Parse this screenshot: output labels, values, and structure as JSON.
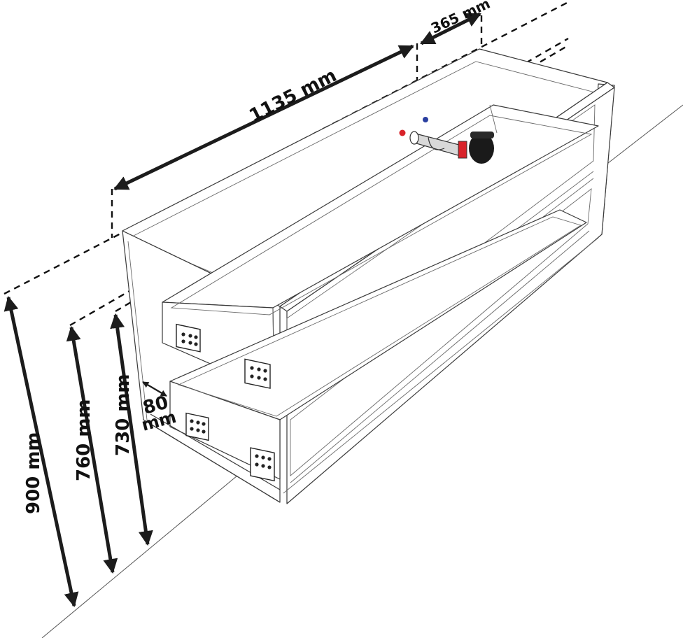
{
  "dimensions": {
    "width_main": "1135 mm",
    "width_side": "365 mm",
    "height_total": "900 mm",
    "height_760": "760 mm",
    "height_730": "730 mm",
    "plinth_value": "80",
    "plinth_unit": "mm"
  },
  "colors": {
    "line": "#3a3a3a",
    "dimension": "#1c1c1c",
    "pipe_red": "#d8232a",
    "pipe_blue": "#2a3fa0",
    "siphon": "#1a1a1a"
  },
  "icons": {
    "siphon": "siphon-drain-icon"
  }
}
